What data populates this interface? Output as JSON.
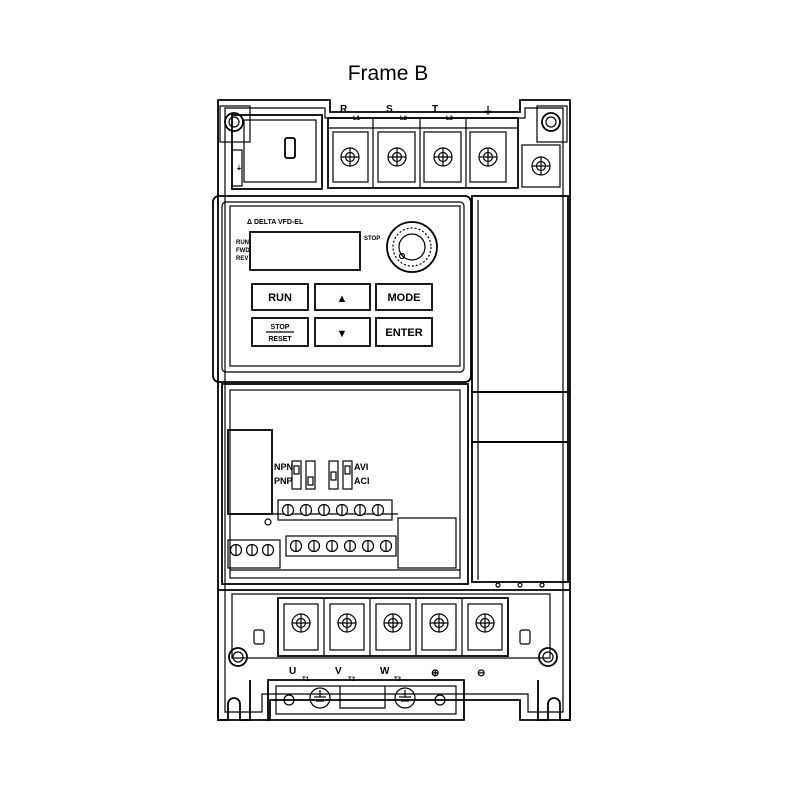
{
  "title": "Frame B",
  "keypad": {
    "brand": "Δ DELTA VFD-EL",
    "stop_indicator": "STOP",
    "status_leds": [
      "RUN",
      "FWD",
      "REV"
    ],
    "keys": {
      "run": "RUN",
      "up": "▲",
      "mode": "MODE",
      "stop": "STOP",
      "reset": "RESET",
      "down": "▼",
      "enter": "ENTER"
    }
  },
  "top_terminals": {
    "r": "R",
    "r_sub": "L1",
    "s": "S",
    "s_sub": "L2",
    "t": "T",
    "t_sub": "L3",
    "ground": "⏚"
  },
  "bottom_terminals": {
    "u": "U",
    "u_sub": "T1",
    "v": "V",
    "v_sub": "T2",
    "w": "W",
    "w_sub": "T3",
    "plus": "⊕",
    "minus": "⊖"
  },
  "switches": {
    "npn": "NPN",
    "pnp": "PNP",
    "avi": "AVI",
    "aci": "ACI"
  }
}
